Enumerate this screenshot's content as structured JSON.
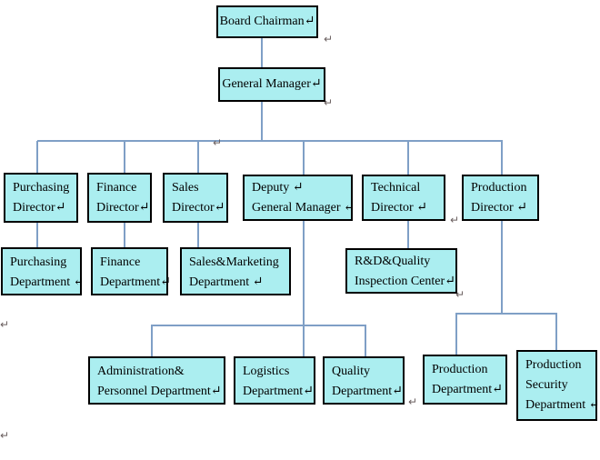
{
  "diagram": {
    "type": "org-chart",
    "box_fill": "#abeef0",
    "box_border": "#000000",
    "connector_color": "#7f9fc6",
    "nodes": {
      "board_chairman": {
        "lines": [
          "Board Chairman↵"
        ]
      },
      "general_manager": {
        "lines": [
          "General Manager↵"
        ]
      },
      "purchasing_director": {
        "lines": [
          "Purchasing",
          "Director↵"
        ]
      },
      "finance_director": {
        "lines": [
          "Finance",
          "Director↵"
        ]
      },
      "sales_director": {
        "lines": [
          "Sales",
          "Director↵"
        ]
      },
      "deputy_general_manager": {
        "lines": [
          "Deputy ↵",
          "General Manager ↵"
        ]
      },
      "technical_director": {
        "lines": [
          "Technical",
          "Director ↵"
        ]
      },
      "production_director": {
        "lines": [
          "Production",
          "Director ↵"
        ]
      },
      "purchasing_department": {
        "lines": [
          "Purchasing",
          "Department ↵"
        ]
      },
      "finance_department": {
        "lines": [
          "Finance",
          "Department↵"
        ]
      },
      "sales_marketing_department": {
        "lines": [
          "Sales&Marketing",
          "Department ↵"
        ]
      },
      "rd_quality_inspection_center": {
        "lines": [
          "R&D&Quality",
          "Inspection Center↵"
        ]
      },
      "administration_personnel_department": {
        "lines": [
          "Administration&",
          "Personnel Department↵"
        ]
      },
      "logistics_department": {
        "lines": [
          "Logistics",
          "Department↵"
        ]
      },
      "quality_department": {
        "lines": [
          "Quality",
          "Department↵"
        ]
      },
      "production_department": {
        "lines": [
          "Production",
          "Department↵"
        ]
      },
      "production_security_department": {
        "lines": [
          "Production",
          "Security",
          "Department ↵"
        ]
      }
    },
    "edges": [
      {
        "from": "board_chairman",
        "to": "general_manager"
      },
      {
        "from": "general_manager",
        "to": "purchasing_director"
      },
      {
        "from": "general_manager",
        "to": "finance_director"
      },
      {
        "from": "general_manager",
        "to": "sales_director"
      },
      {
        "from": "general_manager",
        "to": "deputy_general_manager"
      },
      {
        "from": "general_manager",
        "to": "technical_director"
      },
      {
        "from": "general_manager",
        "to": "production_director"
      },
      {
        "from": "purchasing_director",
        "to": "purchasing_department"
      },
      {
        "from": "finance_director",
        "to": "finance_department"
      },
      {
        "from": "sales_director",
        "to": "sales_marketing_department"
      },
      {
        "from": "technical_director",
        "to": "rd_quality_inspection_center"
      },
      {
        "from": "deputy_general_manager",
        "to": "administration_personnel_department"
      },
      {
        "from": "deputy_general_manager",
        "to": "logistics_department"
      },
      {
        "from": "deputy_general_manager",
        "to": "quality_department"
      },
      {
        "from": "production_director",
        "to": "production_department"
      },
      {
        "from": "production_director",
        "to": "production_security_department"
      }
    ]
  },
  "marks": {
    "glyph": "↵"
  }
}
